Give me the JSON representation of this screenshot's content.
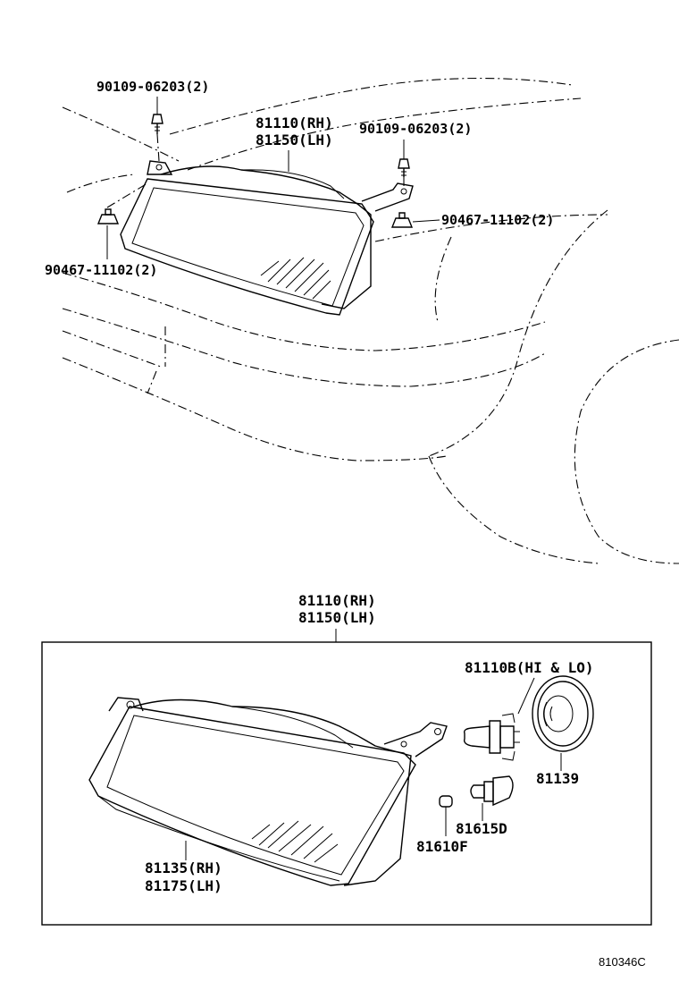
{
  "top": {
    "bolt_left": "90109-06203(2)",
    "bolt_right": "90109-06203(2)",
    "headlamp_rh": "81110(RH)",
    "headlamp_lh": "81150(LH)",
    "nut_left": "90467-11102(2)",
    "nut_right": "90467-11102(2)"
  },
  "detail": {
    "headlamp_rh": "81110(RH)",
    "headlamp_lh": "81150(LH)",
    "bulb": "81110B(HI & LO)",
    "socket_cover": "81139",
    "lens_rh": "81135(RH)",
    "lens_lh": "81175(LH)",
    "side_bulb": "81615D",
    "side_socket": "81610F"
  },
  "diagram_ref": "810346C"
}
